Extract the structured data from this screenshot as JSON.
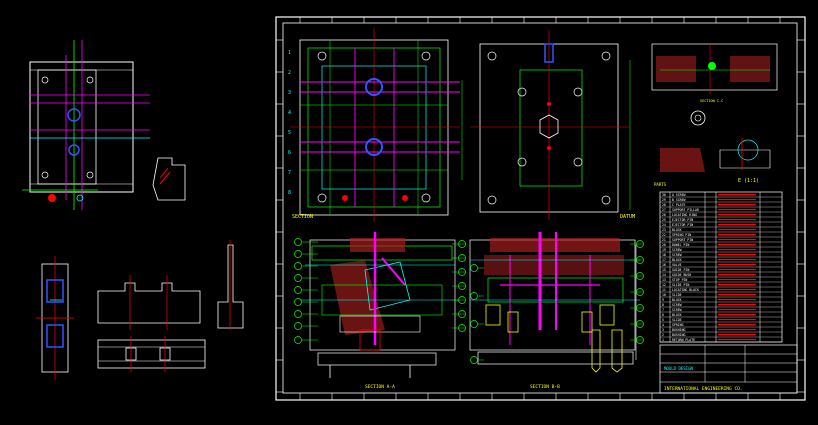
{
  "colors": {
    "background": "#000000",
    "border": "#ffffff",
    "green": "#00ff00",
    "magenta": "#ff00ff",
    "cyan": "#00ffff",
    "yellow": "#ffff00",
    "red": "#ff0000",
    "blue": "#3355ff",
    "hatch_red": "#b02020"
  },
  "sheet": {
    "top_view_labels": [
      "SECTION",
      "DATUM"
    ],
    "section_labels": [
      "SECTION A-A",
      "SECTION B-B"
    ],
    "detail_label": "E (1:1)",
    "parts_table_title": "PARTS",
    "parts_rows": [
      "A SCREW",
      "B SCREW",
      "C PLATE",
      "SUPPORT PILLAR",
      "LOCATING RING",
      "EJECTOR PIN",
      "EJECTOR PIN",
      "BLOCK",
      "SPRING PIN",
      "SUPPORT PIN",
      "DOWEL PIN",
      "SCREW",
      "SCREW",
      "BLOCK",
      "VALVE",
      "GUIDE PIN",
      "GUIDE BUSH",
      "STOP PIN",
      "SLIDE PIN",
      "LOCATING BLOCK",
      "SLIDE",
      "BLOCK",
      "SCREW",
      "SCREW",
      "BLOCK",
      "SLIDE",
      "SPRING",
      "BUSHING",
      "BUSHING",
      "RETURN PLATE"
    ],
    "title_block": {
      "company": "INTERNATIONAL ENGINEERING CO.",
      "title": "MOULD DESIGN"
    }
  }
}
